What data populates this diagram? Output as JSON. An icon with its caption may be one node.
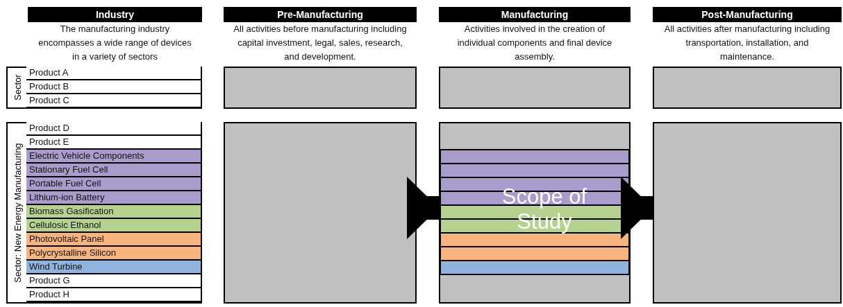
{
  "diagram": {
    "nodes": [
      {
        "text": [
          "Industry",
          "The manufacturing industry encompasses a wide range of devices in a variety of sectors"
        ]
      },
      {
        "text": [
          "Pre-Manufacturing",
          "All activities before manufacturing including capital investment, legal, sales, research, and development."
        ]
      },
      {
        "text": [
          "Manufacturing",
          "Activities involved in the creation of individual components and final device assembly."
        ]
      },
      {
        "text": [
          "Post-Manufacturing",
          "All activities after manufacturing including transportation, installation, and maintenance."
        ]
      },
      {
        "text": [
          "Sector"
        ]
      },
      {
        "text": [
          "Product A"
        ],
        "in": 4
      },
      {
        "text": [
          "Product B"
        ],
        "in": 4
      },
      {
        "text": [
          "Product C"
        ],
        "in": 4
      },
      {
        "text": [],
        "shape": "box"
      },
      {
        "text": [],
        "shape": "box"
      },
      {
        "text": [],
        "shape": "box"
      },
      {
        "text": [
          "Sector: New Energy Manufacturing"
        ]
      },
      {
        "text": [
          "Product D"
        ],
        "in": 11
      },
      {
        "text": [
          "Product E"
        ],
        "in": 11
      },
      {
        "text": [
          "Electric Vehicle Components"
        ],
        "in": 11
      },
      {
        "text": [
          "Stationary Fuel Cell"
        ],
        "in": 11
      },
      {
        "text": [
          "Portable Fuel Cell"
        ],
        "in": 11
      },
      {
        "text": [
          "Lithium-ion Battery"
        ],
        "in": 11
      },
      {
        "text": [
          "Biomass Gasification"
        ],
        "in": 11
      },
      {
        "text": [
          "Cellulosic Ethanol"
        ],
        "in": 11
      },
      {
        "text": [
          "Photovoltaic Panel"
        ],
        "in": 11
      },
      {
        "text": [
          "Polycrystalline Silicon"
        ],
        "in": 11
      },
      {
        "text": [
          "Wind Turbine"
        ],
        "in": 11
      },
      {
        "text": [
          "Product G"
        ],
        "in": 11
      },
      {
        "text": [
          "Product H"
        ],
        "in": 11
      },
      {
        "text": [],
        "shape": "box"
      },
      {
        "text": [],
        "shape": "box"
      },
      {
        "text": [
          "Scope of Study"
        ],
        "in": 26
      },
      {
        "text": [],
        "shape": "box"
      }
    ],
    "edges": [
      {
        "from": 25,
        "to": 26,
        "arrow": "to"
      },
      {
        "from": 26,
        "to": 28,
        "arrow": "to"
      }
    ]
  }
}
